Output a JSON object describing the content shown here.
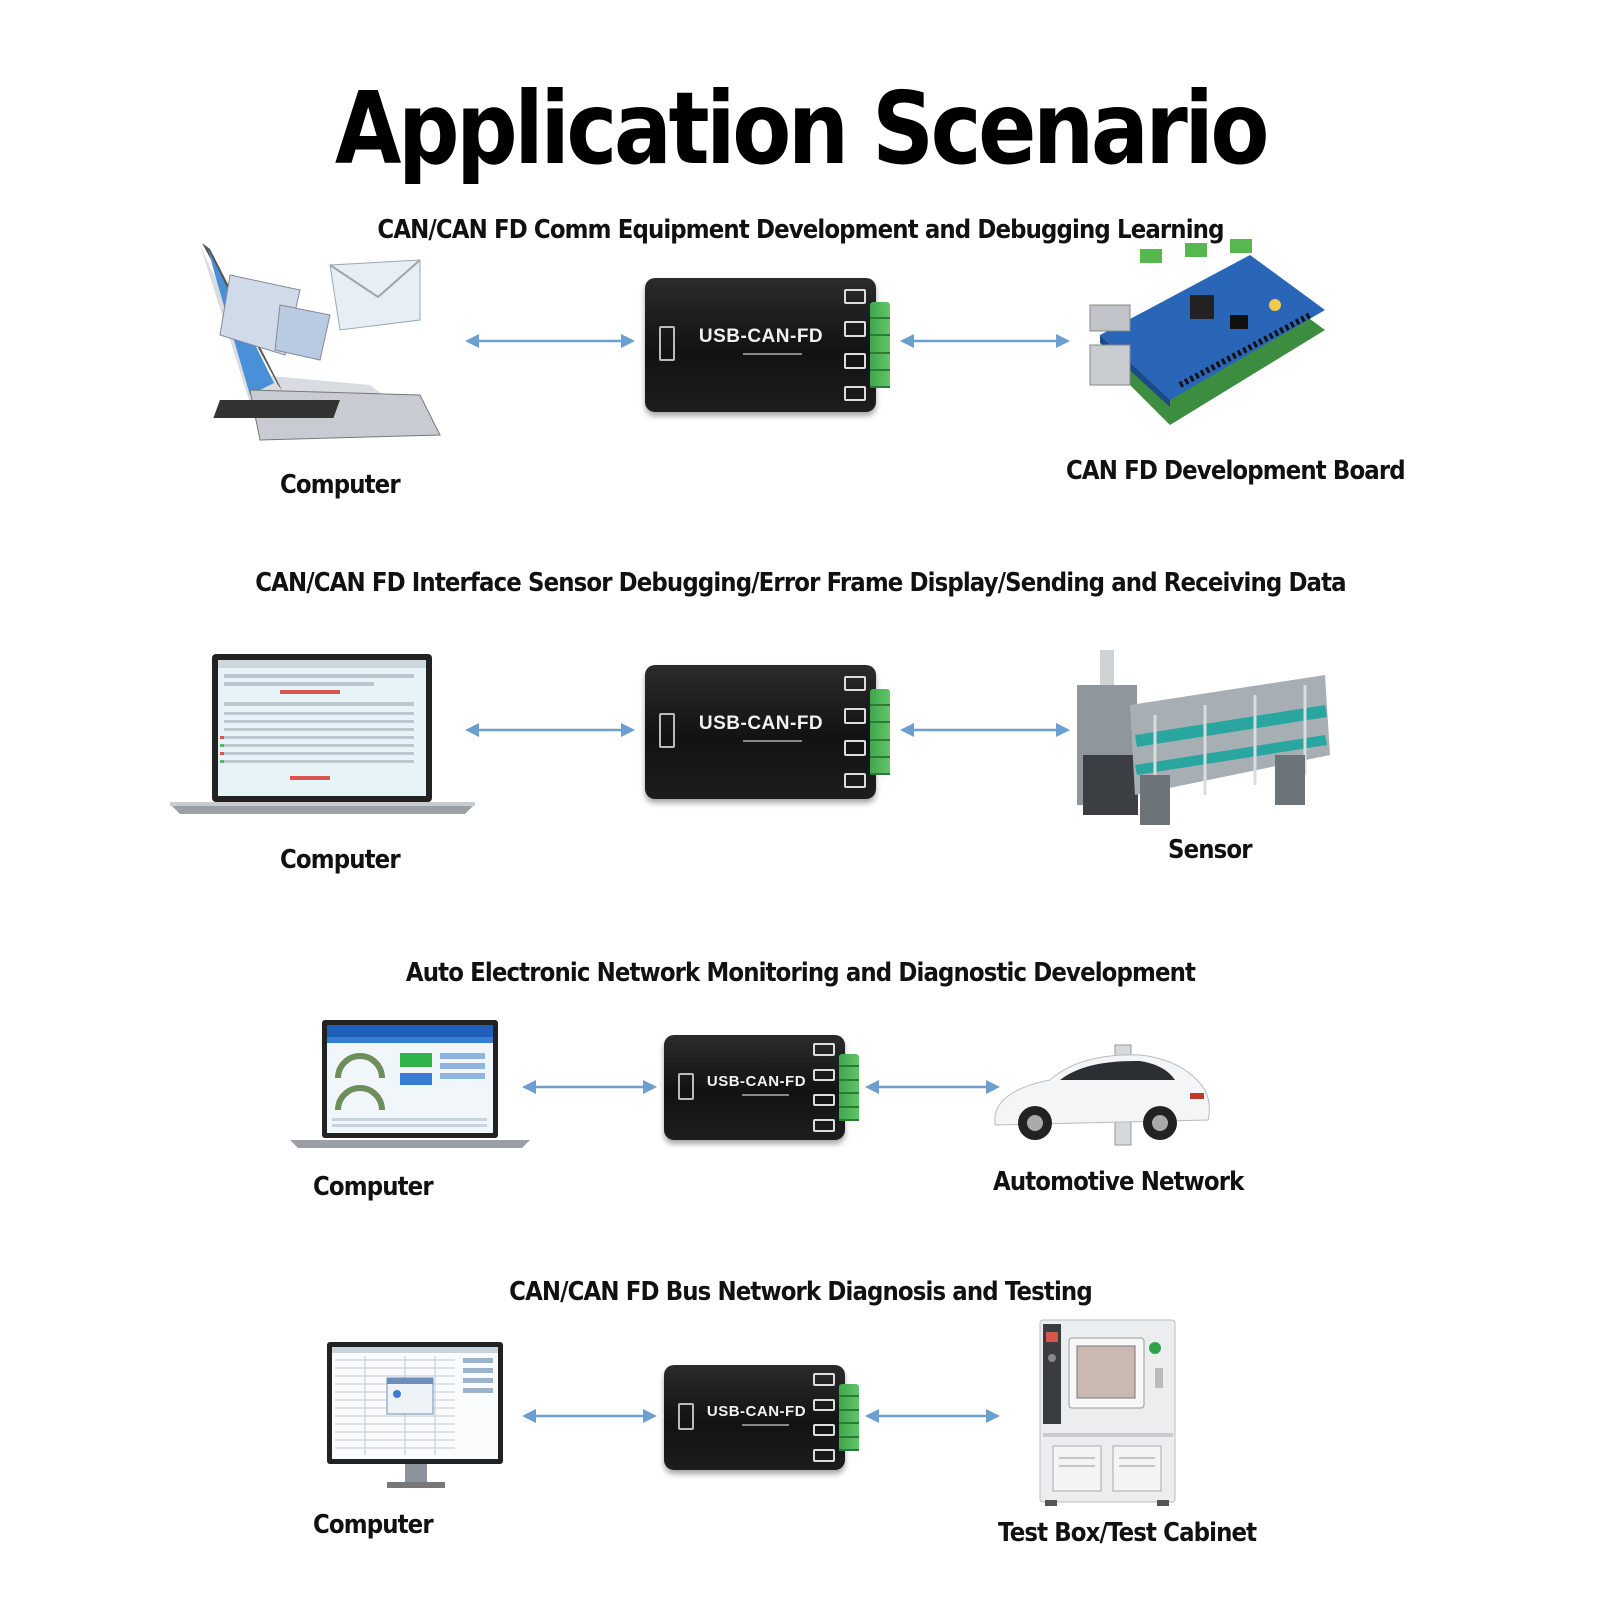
{
  "title": "Application Scenario",
  "device_label": "USB-CAN-FD",
  "scenarios": [
    {
      "heading": "CAN/CAN FD Comm Equipment Development and Debugging Learning",
      "left_label": "Computer",
      "right_label": "CAN FD Development Board",
      "left_icon": "laptop-email-icon",
      "right_icon": "raspberry-pi-can-hat-icon"
    },
    {
      "heading": "CAN/CAN FD Interface Sensor Debugging/Error Frame Display/Sending and Receiving Data",
      "left_label": "Computer",
      "right_label": "Sensor",
      "left_icon": "laptop-software-icon",
      "right_icon": "industrial-loom-icon"
    },
    {
      "heading": "Auto Electronic Network Monitoring and Diagnostic Development",
      "left_label": "Computer",
      "right_label": "Automotive Network",
      "left_icon": "laptop-dashboard-icon",
      "right_icon": "electric-car-charger-icon"
    },
    {
      "heading": "CAN/CAN FD Bus Network Diagnosis and Testing",
      "left_label": "Computer",
      "right_label": "Test Box/Test Cabinet",
      "left_icon": "monitor-table-icon",
      "right_icon": "test-cabinet-icon"
    }
  ],
  "colors": {
    "arrow": "#6a9fd0",
    "device_body": "#161616",
    "terminal": "#4fb457"
  }
}
